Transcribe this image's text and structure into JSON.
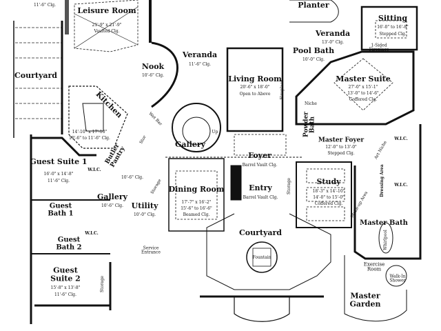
{
  "rooms": {
    "top_left_clg": "11'-6\" Clg.",
    "leisure": {
      "name": "Leisure Room",
      "dims": "21'-9\" x 21'-9\"",
      "clg": "Vaulted Clg."
    },
    "courtyard_west": {
      "name": "Courtyard"
    },
    "nook": {
      "name": "Nook",
      "clg": "10'-6\" Clg."
    },
    "veranda_west": {
      "name": "Veranda",
      "clg": "11'-6\" Clg."
    },
    "kitchen": {
      "name": "Kitchen",
      "dims": "14'-10\" x 17'-10\"",
      "clg": "10'-6\" to 11'-6\" Clg."
    },
    "wet_bar": {
      "name": "Wet Bar"
    },
    "gallery_north": {
      "name": "Gallery",
      "up": "Up"
    },
    "guest_suite_1": {
      "name": "Guest Suite 1",
      "dims": "16'-0\" x 14'-8\"",
      "clg": "11'-6\" Clg."
    },
    "wic_guest1": {
      "name": "W.I.C."
    },
    "butler_pantry": {
      "name": "Butler Pantry",
      "clg": "10'-6\" Clg."
    },
    "stor": {
      "name": "Stor"
    },
    "planter": {
      "name": "Planter"
    },
    "sitting": {
      "name": "Sitting",
      "dims": "16'-0\" to 16'-8\"",
      "clg": "Stepped Clg."
    },
    "veranda_east": {
      "name": "Veranda",
      "clg": "13'-0\" Clg."
    },
    "pool_bath": {
      "name": "Pool Bath",
      "clg": "10'-0\" Clg."
    },
    "fireplace_1sided": {
      "name": "1-Sided Fireplace"
    },
    "living": {
      "name": "Living Room",
      "dims": "20'-6\" x 18'-0\"",
      "clg": "Open to Above"
    },
    "fireplace_living": {
      "name": "Fireplace"
    },
    "master_suite": {
      "name": "Master Suite",
      "dims": "27'-0\" x 15'-1\"",
      "dims2": "13'-0\" to 14'-6\"",
      "clg": "Coffered Clg."
    },
    "niche": {
      "name": "Niche"
    },
    "powder_bath": {
      "name": "Powder Bath"
    },
    "master_foyer": {
      "name": "Master Foyer",
      "dims": "12'-0\" to 13'-0\"",
      "clg": "Stepped Clg."
    },
    "art_niche": {
      "name": "Art Niche"
    },
    "wic_master_n": {
      "name": "W.I.C."
    },
    "foyer": {
      "name": "Foyer",
      "clg": "Barrel Vault Clg."
    },
    "dining": {
      "name": "Dining Room",
      "dims": "17'-7\" x 16'-2\"",
      "dims2": "15'-6\" to 16'-6\"",
      "clg": "Beamed Clg."
    },
    "storage_utility": {
      "name": "Storage"
    },
    "gallery_south": {
      "name": "Gallery",
      "clg": "10'-6\" Clg."
    },
    "utility": {
      "name": "Utility",
      "clg": "10'-0\" Clg."
    },
    "storage_entry": {
      "name": "Storage"
    },
    "entry": {
      "name": "Entry",
      "clg": "Barrel Vault Clg."
    },
    "study": {
      "name": "Study",
      "dims": "18'-3\" x 14'-10\"",
      "dims2": "14'-0\" to 15'-0\"",
      "clg": "Coffered Clg."
    },
    "dressing": {
      "name": "Dressing Area"
    },
    "wic_master_s": {
      "name": "W.I.C."
    },
    "guest_bath_1": {
      "name": "Guest Bath 1"
    },
    "wic_guest2": {
      "name": "W.I.C."
    },
    "guest_bath_2": {
      "name": "Guest Bath 2"
    },
    "service_entrance": {
      "name": "Service Entrance"
    },
    "courtyard_main": {
      "name": "Courtyard",
      "fountain": "Fountain"
    },
    "makeup": {
      "name": "Make-up Area"
    },
    "master_bath": {
      "name": "Master Bath",
      "whirlpool": "Whirlpool"
    },
    "guest_suite_2": {
      "name": "Guest Suite 2",
      "dims": "15'-8\" x 13'-8\"",
      "clg": "11'-6\" Clg."
    },
    "storage_guest2": {
      "name": "Storage"
    },
    "exercise": {
      "name": "Exercise Room"
    },
    "shower": {
      "name": "Walk-In Shower"
    },
    "master_garden": {
      "name": "Master Garden"
    }
  }
}
